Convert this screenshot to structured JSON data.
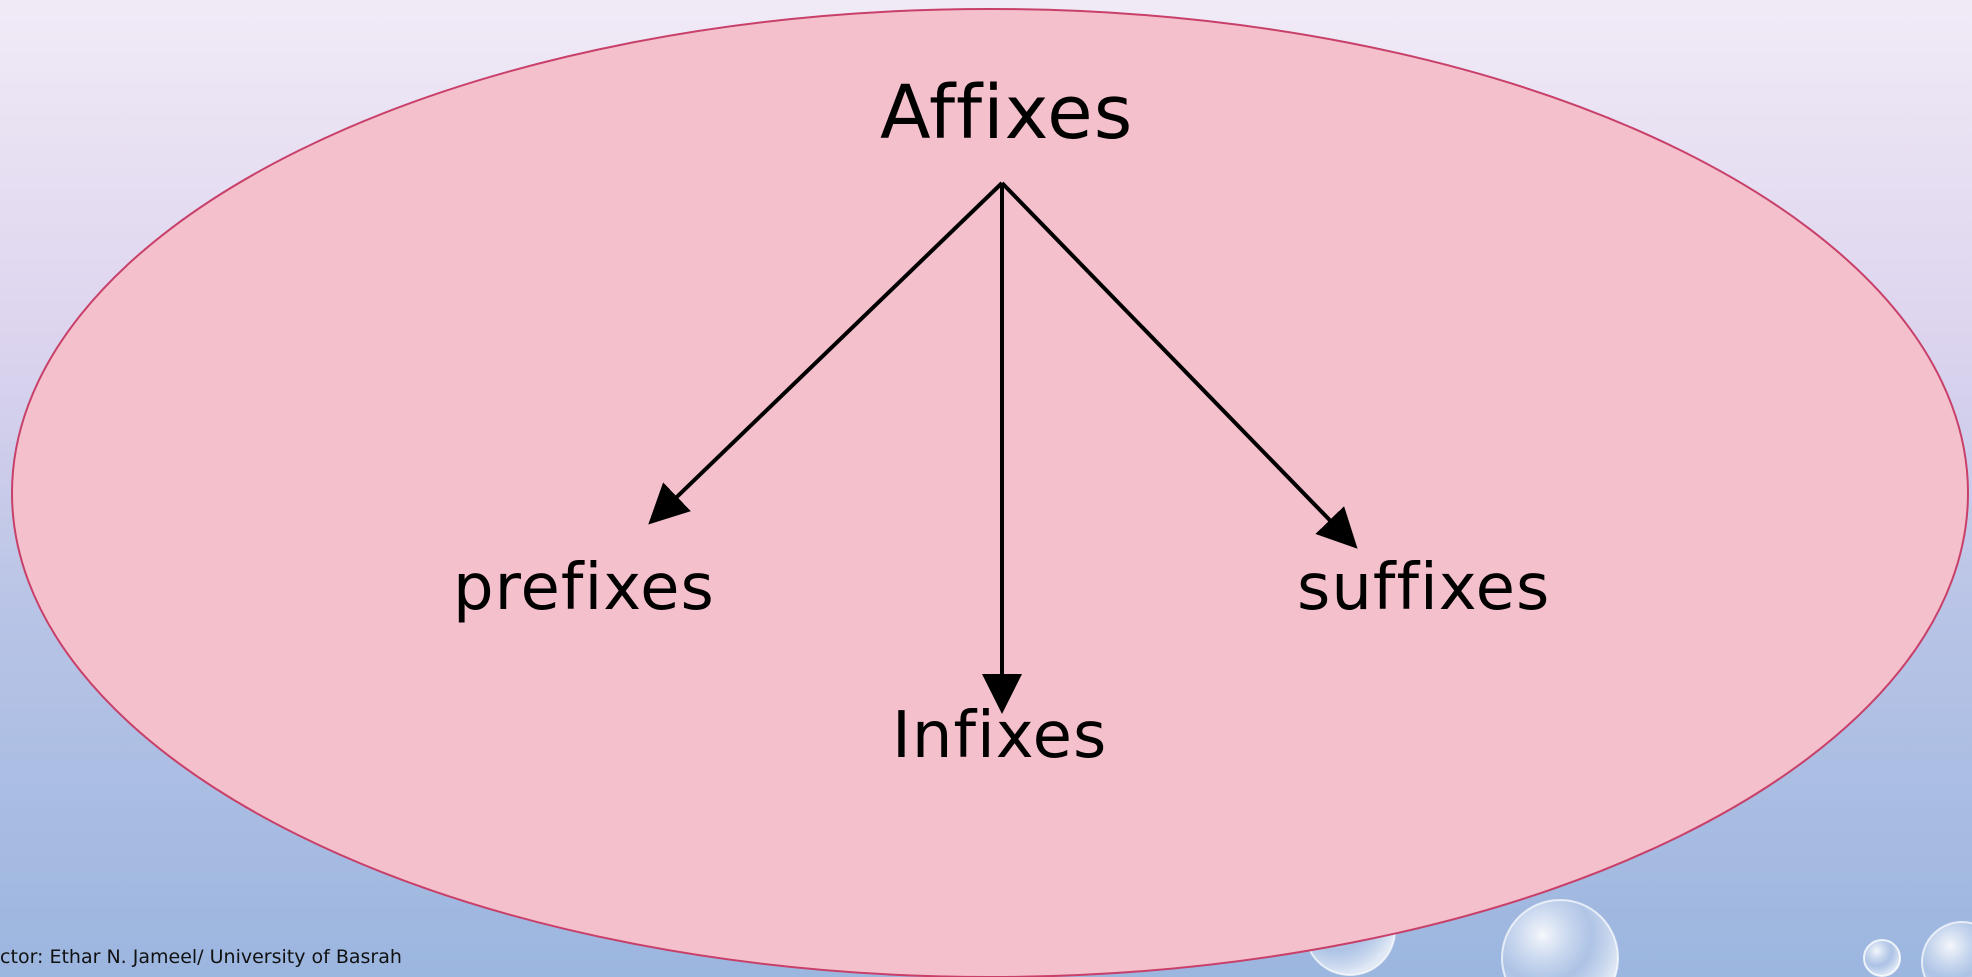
{
  "slide": {
    "title": "Affixes",
    "nodes": {
      "prefixes": "prefixes",
      "infixes": "Infixes",
      "suffixes": "suffixes"
    },
    "footer": "uctor: Ethar N. Jameel/ University of Basrah"
  },
  "colors": {
    "ellipse_fill": "#f4c0cc",
    "ellipse_stroke": "#c8406a",
    "arrow": "#000000",
    "background_top": "#f1eaf6",
    "background_bottom": "#9bb6df"
  }
}
